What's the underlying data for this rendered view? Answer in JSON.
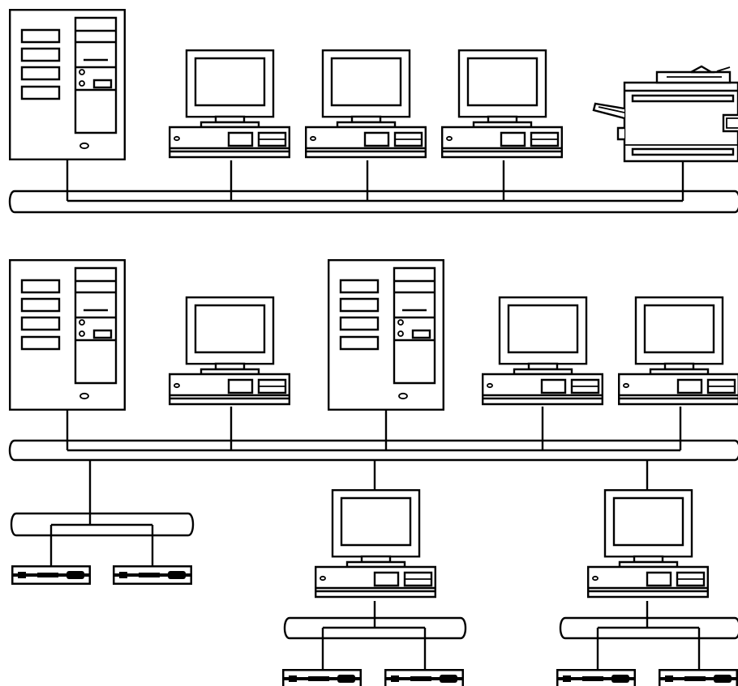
{
  "diagram": {
    "kind": "network-topology",
    "line_color": "#000000",
    "background_color": "#ffffff",
    "networks": [
      {
        "id": "network-top",
        "bus": "bus-1",
        "devices": [
          "server-icon",
          "workstation-icon",
          "workstation-icon",
          "workstation-icon",
          "printer-icon"
        ]
      },
      {
        "id": "network-bottom",
        "bus": "bus-2",
        "devices": [
          "server-icon",
          "workstation-icon",
          "server-icon",
          "workstation-icon",
          "workstation-icon"
        ],
        "branches": [
          {
            "bus": "bus-3",
            "devices": [
              "terminal-icon",
              "terminal-icon"
            ]
          },
          {
            "gateway": "workstation-icon",
            "bus": "bus-4",
            "devices": [
              "terminal-icon",
              "terminal-icon"
            ]
          },
          {
            "gateway": "workstation-icon",
            "bus": "bus-5",
            "devices": [
              "terminal-icon",
              "terminal-icon"
            ]
          }
        ]
      }
    ]
  }
}
